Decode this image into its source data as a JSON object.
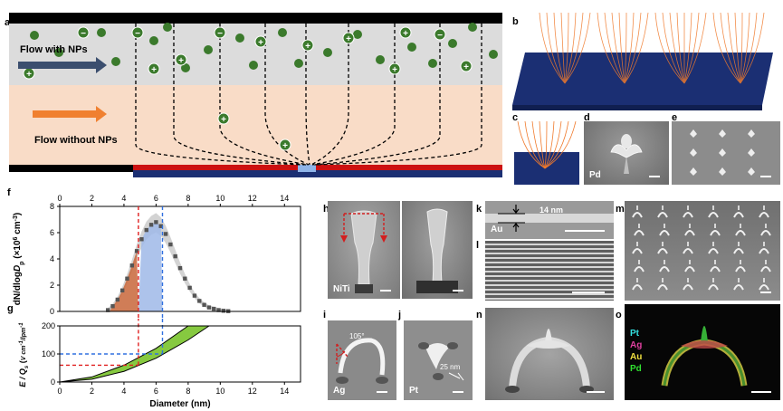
{
  "panel_labels": {
    "a": "a",
    "b": "b",
    "c": "c",
    "d": "d",
    "e": "e",
    "f": "f",
    "g": "g",
    "h": "h",
    "i": "i",
    "j": "j",
    "k": "k",
    "l": "l",
    "m": "m",
    "n": "n",
    "o": "o"
  },
  "schematic": {
    "flow_with": "Flow with NPs",
    "flow_without": "Flow without NPs",
    "plus": "+",
    "minus": "−"
  },
  "sem": {
    "d_material": "Pd",
    "h_material": "NiTi",
    "i_material": "Ag",
    "i_angle": "105°",
    "j_material": "Pt",
    "j_width": "25 nm",
    "k_material": "Au",
    "k_width": "14 nm"
  },
  "eds": {
    "elements": [
      {
        "name": "Pt",
        "color": "#33e0e0"
      },
      {
        "name": "Ag",
        "color": "#e040a0"
      },
      {
        "name": "Au",
        "color": "#f0e040"
      },
      {
        "name": "Pd",
        "color": "#30e030"
      }
    ]
  },
  "chart_data": [
    {
      "type": "scatter",
      "panel": "f",
      "xlim": [
        0,
        15
      ],
      "ylim": [
        0,
        8
      ],
      "xticks": [
        0,
        2,
        4,
        6,
        8,
        10,
        12,
        14
      ],
      "yticks": [
        0,
        2,
        4,
        6,
        8
      ],
      "ylabel_parts": [
        "dN/dlog",
        "D",
        "p",
        " (×10",
        "6",
        " cm",
        "-3",
        ")"
      ],
      "x": [
        3.0,
        3.3,
        3.6,
        3.9,
        4.2,
        4.5,
        4.8,
        5.1,
        5.4,
        5.7,
        6.0,
        6.3,
        6.6,
        6.9,
        7.2,
        7.5,
        7.8,
        8.1,
        8.4,
        8.7,
        9.0,
        9.3,
        9.6,
        9.9,
        10.2,
        10.5
      ],
      "y": [
        0.1,
        0.4,
        0.9,
        1.6,
        2.5,
        3.5,
        4.6,
        5.5,
        6.2,
        6.6,
        6.8,
        6.5,
        5.9,
        5.1,
        4.2,
        3.3,
        2.5,
        1.8,
        1.2,
        0.8,
        0.5,
        0.3,
        0.2,
        0.1,
        0.05,
        0.02
      ],
      "shaded_red": [
        3.1,
        4.9
      ],
      "shaded_blue": [
        4.9,
        6.4
      ]
    },
    {
      "type": "area",
      "panel": "g",
      "xlim": [
        0,
        15
      ],
      "ylim": [
        0,
        200
      ],
      "xticks": [
        0,
        2,
        4,
        6,
        8,
        10,
        12,
        14
      ],
      "yticks": [
        0,
        100,
        200
      ],
      "xlabel": "Diameter (nm)",
      "ylabel_parts": [
        "E / Q",
        "s",
        " (",
        "V cm",
        "-1",
        "/",
        "lpm",
        "-1",
        ")"
      ],
      "upper_curve": {
        "x": [
          0,
          2,
          4,
          6,
          8
        ],
        "y": [
          0,
          18,
          60,
          120,
          200
        ]
      },
      "lower_curve": {
        "x": [
          0,
          2,
          4,
          6,
          8,
          9.3
        ],
        "y": [
          0,
          10,
          38,
          85,
          150,
          200
        ]
      },
      "markers": [
        {
          "x": 4.9,
          "y": 60,
          "color": "#e02020"
        },
        {
          "x": 6.4,
          "y": 100,
          "color": "#3070e0"
        }
      ]
    }
  ]
}
